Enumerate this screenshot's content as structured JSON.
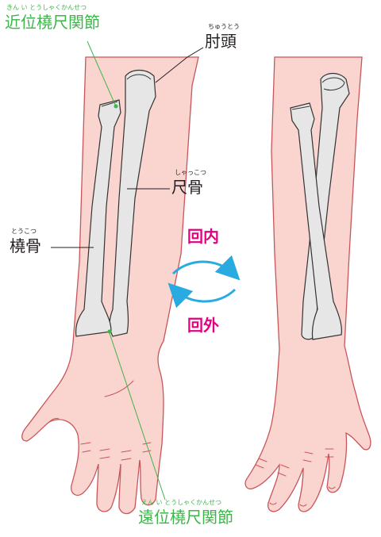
{
  "labels": {
    "proximal_joint": {
      "text": "近位橈尺関節",
      "ruby": "きん い とうしゃくかんせつ"
    },
    "olecranon": {
      "text": "肘頭",
      "ruby": "ちゅうとう"
    },
    "ulna": {
      "text": "尺骨",
      "ruby": "しゃっこつ"
    },
    "radius": {
      "text": "橈骨",
      "ruby": "とうこつ"
    },
    "pronation": {
      "text": "回内"
    },
    "supination": {
      "text": "回外"
    },
    "distal_joint": {
      "text": "遠位橈尺関節",
      "ruby": "えん い とうしゃくかんせつ"
    }
  },
  "colors": {
    "skin": "#fad5cf",
    "skin_outline": "#c9555a",
    "bone": "#e6e6e6",
    "bone_outline": "#333333",
    "joint_label": "#3db54a",
    "motion_label": "#e4007f",
    "arrow": "#29abe2"
  },
  "icons": [
    "arrow-pronation-icon",
    "arrow-supination-icon"
  ]
}
